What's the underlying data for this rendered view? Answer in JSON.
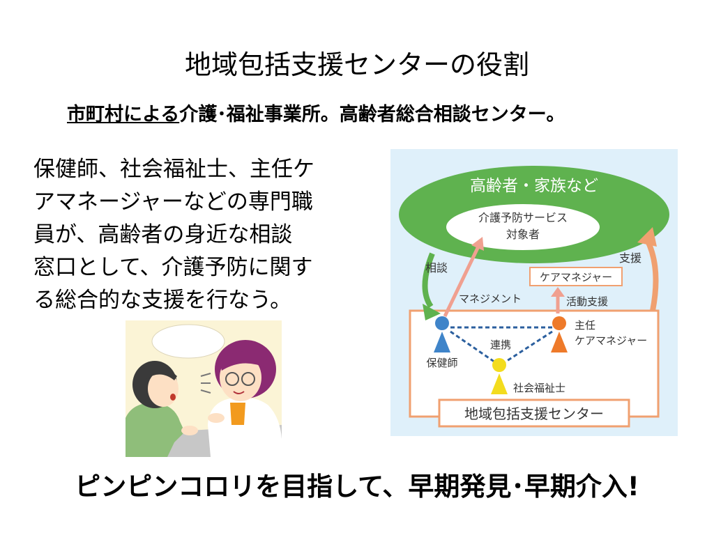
{
  "title": "地域包括支援センターの役割",
  "subtitle": {
    "underlined": "市町村による",
    "rest": "介護･福祉事業所。高齢者総合相談センター。"
  },
  "body_lines": [
    "保健師、社会福祉士、主任ケ",
    "アマネージャーなどの専門職",
    "員が、高齢者の身近な相談",
    "窓口として、介護予防に関す",
    "る総合的な支援を行なう。"
  ],
  "diagram": {
    "outer_ellipse_label": "高齢者・家族など",
    "inner_ellipse_lines": [
      "介護予防サービス",
      "対象者"
    ],
    "arrow_left_label": "相談",
    "arrow_right_label": "支援",
    "caremanager_box": "ケアマネジャー",
    "management_label": "マネジメント",
    "activity_support_label": "活動支援",
    "linkage_label": "連携",
    "public_health_nurse": "保健師",
    "chief_care_manager_lines": [
      "主任",
      "ケアマネジャー"
    ],
    "social_worker": "社会福祉士",
    "center_label": "地域包括支援センター",
    "colors": {
      "background": "#dff0fa",
      "green": "#5fb24f",
      "orange": "#f0a070",
      "blue_person": "#3f84c9",
      "orange_person": "#ee7a2a",
      "yellow_person": "#f3dc1e"
    }
  },
  "bottom_text": "ピンピンコロリを目指して、早期発見･早期介入!"
}
